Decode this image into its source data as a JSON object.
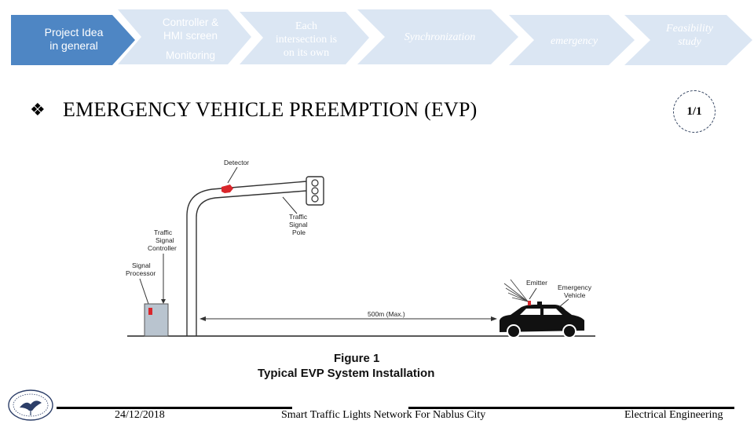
{
  "nav": {
    "steps": [
      {
        "lines": [
          "Project Idea",
          "in general"
        ],
        "active": true
      },
      {
        "lines": [
          "Controller &",
          "HMI screen",
          "",
          "Monitoring"
        ],
        "active": false
      },
      {
        "lines": [
          "Each",
          "intersection is",
          "on its own"
        ],
        "active": false
      },
      {
        "lines": [
          "Synchronization"
        ],
        "active": false
      },
      {
        "lines": [
          "emergency"
        ],
        "active": false
      },
      {
        "lines": [
          "Feasibility",
          "study"
        ],
        "active": false
      }
    ],
    "colors": {
      "active": "#4e86c4",
      "inactive": "#dbe6f3",
      "active_text": "#ffffff",
      "inactive_text": "#ffffff"
    }
  },
  "slide": {
    "bullet": "❖",
    "title": "EMERGENCY VEHICLE PREEMPTION (EVP)",
    "page_badge": "1/1"
  },
  "figure": {
    "labels": {
      "detector": "Detector",
      "traffic_signal_pole": [
        "Traffic",
        "Signal",
        "Pole"
      ],
      "traffic_signal_controller": [
        "Traffic",
        "Signal",
        "Controller"
      ],
      "signal_processor": [
        "Signal",
        "Processor"
      ],
      "emitter": "Emitter",
      "emergency_vehicle": [
        "Emergency",
        "Vehicle"
      ],
      "distance": "500m (Max.)"
    },
    "caption_title": "Figure 1",
    "caption_subtitle": "Typical EVP System Installation",
    "accent_red": "#d9262b"
  },
  "footer": {
    "date": "24/12/2018",
    "project": "Smart Traffic Lights Network For Nablus City",
    "department": "Electrical Engineering"
  },
  "logo": {
    "icon": "university-seal-icon"
  }
}
